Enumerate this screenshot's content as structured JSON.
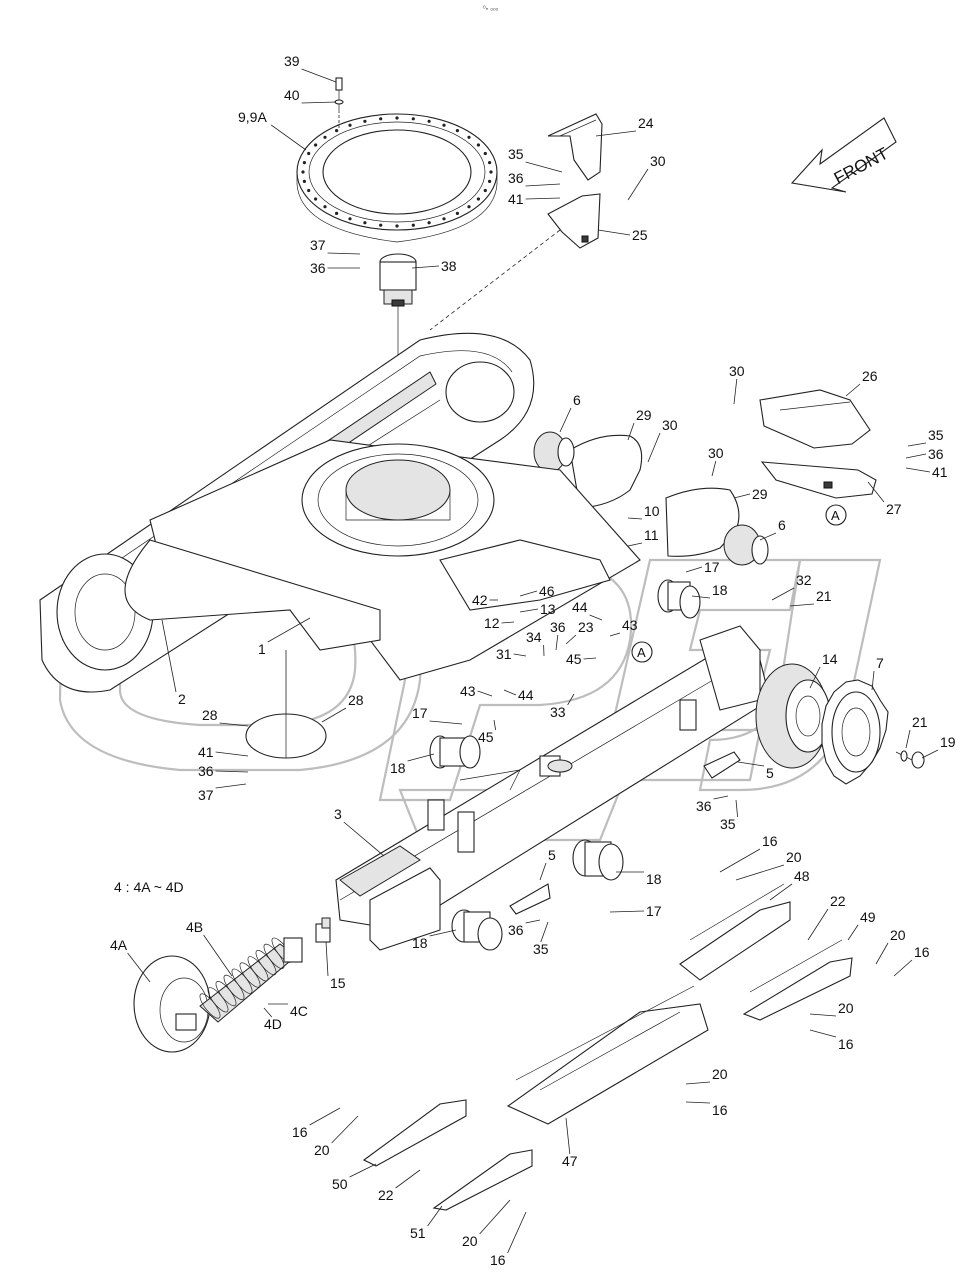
{
  "header_mark": "ᵒₙ ₒₒₒ",
  "front_arrow": {
    "label": "FRONT"
  },
  "note": "4 : 4A ~ 4D",
  "detail_refs": [
    "A",
    "A"
  ],
  "labels": {
    "l39": "39",
    "l40": "40",
    "l9": "9,9A",
    "l37a": "37",
    "l36a": "36",
    "l38": "38",
    "l24": "24",
    "l35a": "35",
    "l36b": "36",
    "l41a": "41",
    "l30a": "30",
    "l25": "25",
    "l6a": "6",
    "l29a": "29",
    "l30b": "30",
    "l30c": "30",
    "l26": "26",
    "l35b": "35",
    "l36c": "36",
    "l41b": "41",
    "l30d": "30",
    "l29b": "29",
    "l27": "27",
    "l10": "10",
    "l11": "11",
    "l6b": "6",
    "l17a": "17",
    "l18a": "18",
    "l32": "32",
    "l21a": "21",
    "l46": "46",
    "l42": "42",
    "l13": "13",
    "l12": "12",
    "l44a": "44",
    "l43a": "43",
    "l34": "34",
    "l36d": "36",
    "l23": "23",
    "l31": "31",
    "l45a": "45",
    "l43b": "43",
    "l44b": "44",
    "l33": "33",
    "l45b": "45",
    "l1": "1",
    "l2": "2",
    "l28a": "28",
    "l28b": "28",
    "l41c": "41",
    "l36e": "36",
    "l37b": "37",
    "l17b": "17",
    "l18b": "18",
    "l14": "14",
    "l7": "7",
    "l21b": "21",
    "l19": "19",
    "l5a": "5",
    "l36f": "36",
    "l35c": "35",
    "l3": "3",
    "l16a": "16",
    "l20a": "20",
    "l48": "48",
    "l5b": "5",
    "l18c": "18",
    "l17c": "17",
    "l36g": "36",
    "l35d": "35",
    "l22a": "22",
    "l49": "49",
    "l20b": "20",
    "l16b": "16",
    "l20c": "20",
    "l16c": "16",
    "l4A": "4A",
    "l4B": "4B",
    "l15": "15",
    "l4C": "4C",
    "l4D": "4D",
    "l18d": "18",
    "l20d": "20",
    "l16d": "16",
    "l47": "47",
    "l16e": "16",
    "l20e": "20",
    "l50": "50",
    "l22b": "22",
    "l51": "51",
    "l20f": "20",
    "l16f": "16"
  }
}
